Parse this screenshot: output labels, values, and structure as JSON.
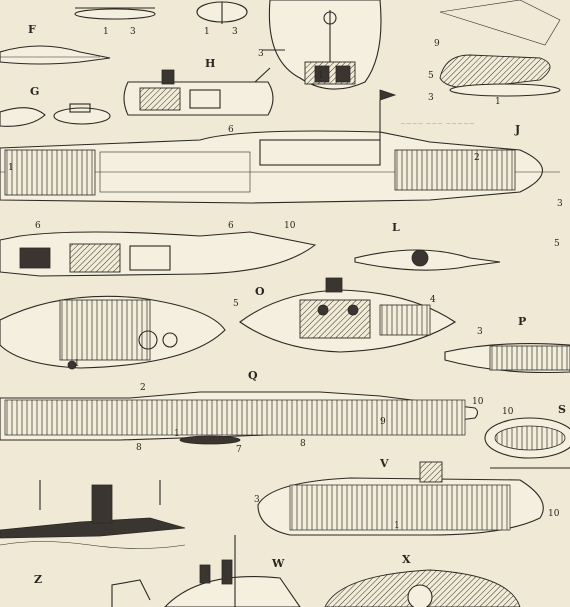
{
  "plate": {
    "letters": {
      "F": "F",
      "G": "G",
      "H": "H",
      "J": "J",
      "L": "L",
      "O": "O",
      "P": "P",
      "Q": "Q",
      "S": "S",
      "V": "V",
      "W": "W",
      "X": "X",
      "Z": "Z"
    },
    "numbers": {
      "n1a": "1",
      "n3a": "3",
      "n1b": "1",
      "n3b": "3",
      "n1c": "1",
      "n3c": "3",
      "n9": "9",
      "n5a": "5",
      "n3d": "3",
      "n1d": "1",
      "n6a": "6",
      "n1e": "1",
      "n2a": "2",
      "n6b": "6",
      "n6c": "6",
      "n10a": "10",
      "n5b": "5",
      "n1f": "1",
      "n4": "4",
      "n3e": "3",
      "n2b": "2",
      "n10b": "10",
      "n8a": "8",
      "n1g": "1",
      "n7": "7",
      "n8b": "8",
      "n9b": "9",
      "n10c": "10",
      "n3f": "3",
      "n5c": "5",
      "n10d": "10",
      "n3g": "3",
      "n1h": "1"
    }
  }
}
